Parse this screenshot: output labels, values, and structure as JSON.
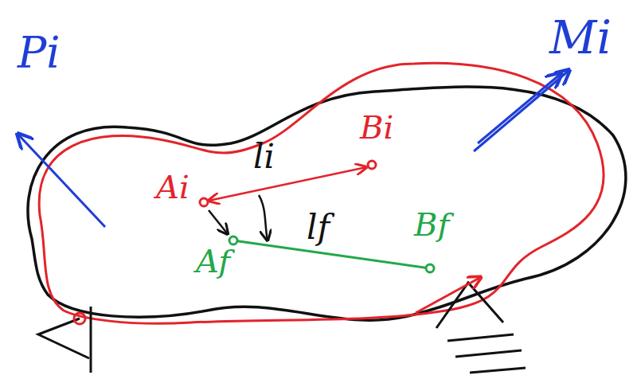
{
  "diagram": {
    "labels": [
      "Pi",
      "Mi",
      "Bi",
      "Ai",
      "li",
      "lf",
      "Af",
      "Bf"
    ]
  }
}
